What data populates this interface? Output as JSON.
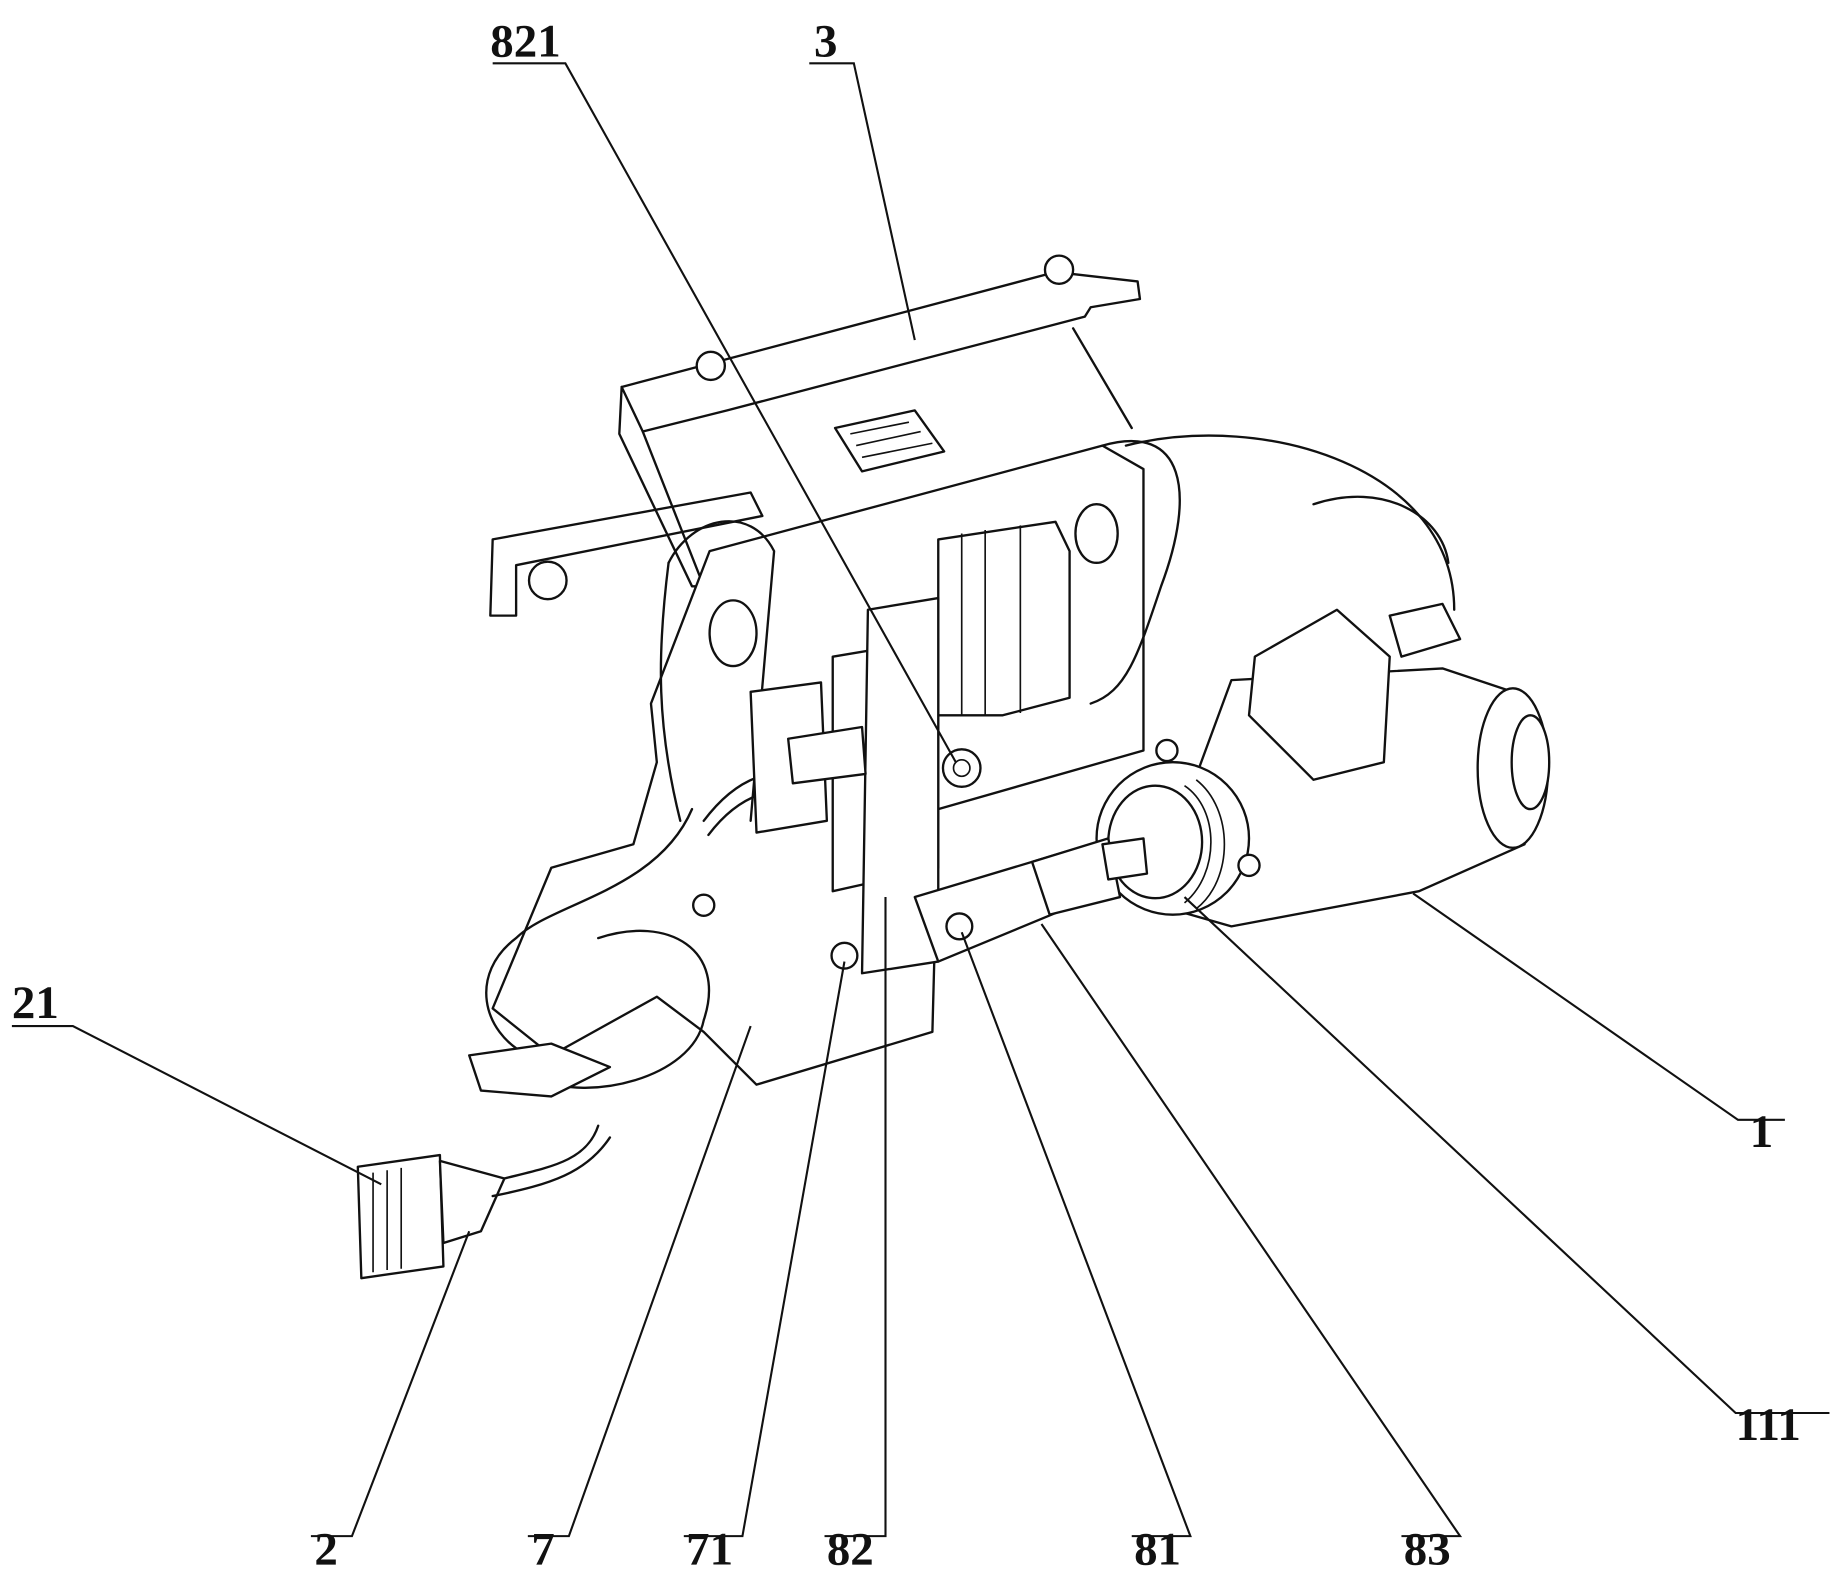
{
  "figure": {
    "labels": {
      "l821": "821",
      "l3": "3",
      "l21": "21",
      "l1": "1",
      "l111": "111",
      "l2": "2",
      "l7": "7",
      "l71": "71",
      "l82": "82",
      "l81": "81",
      "l83": "83"
    }
  }
}
